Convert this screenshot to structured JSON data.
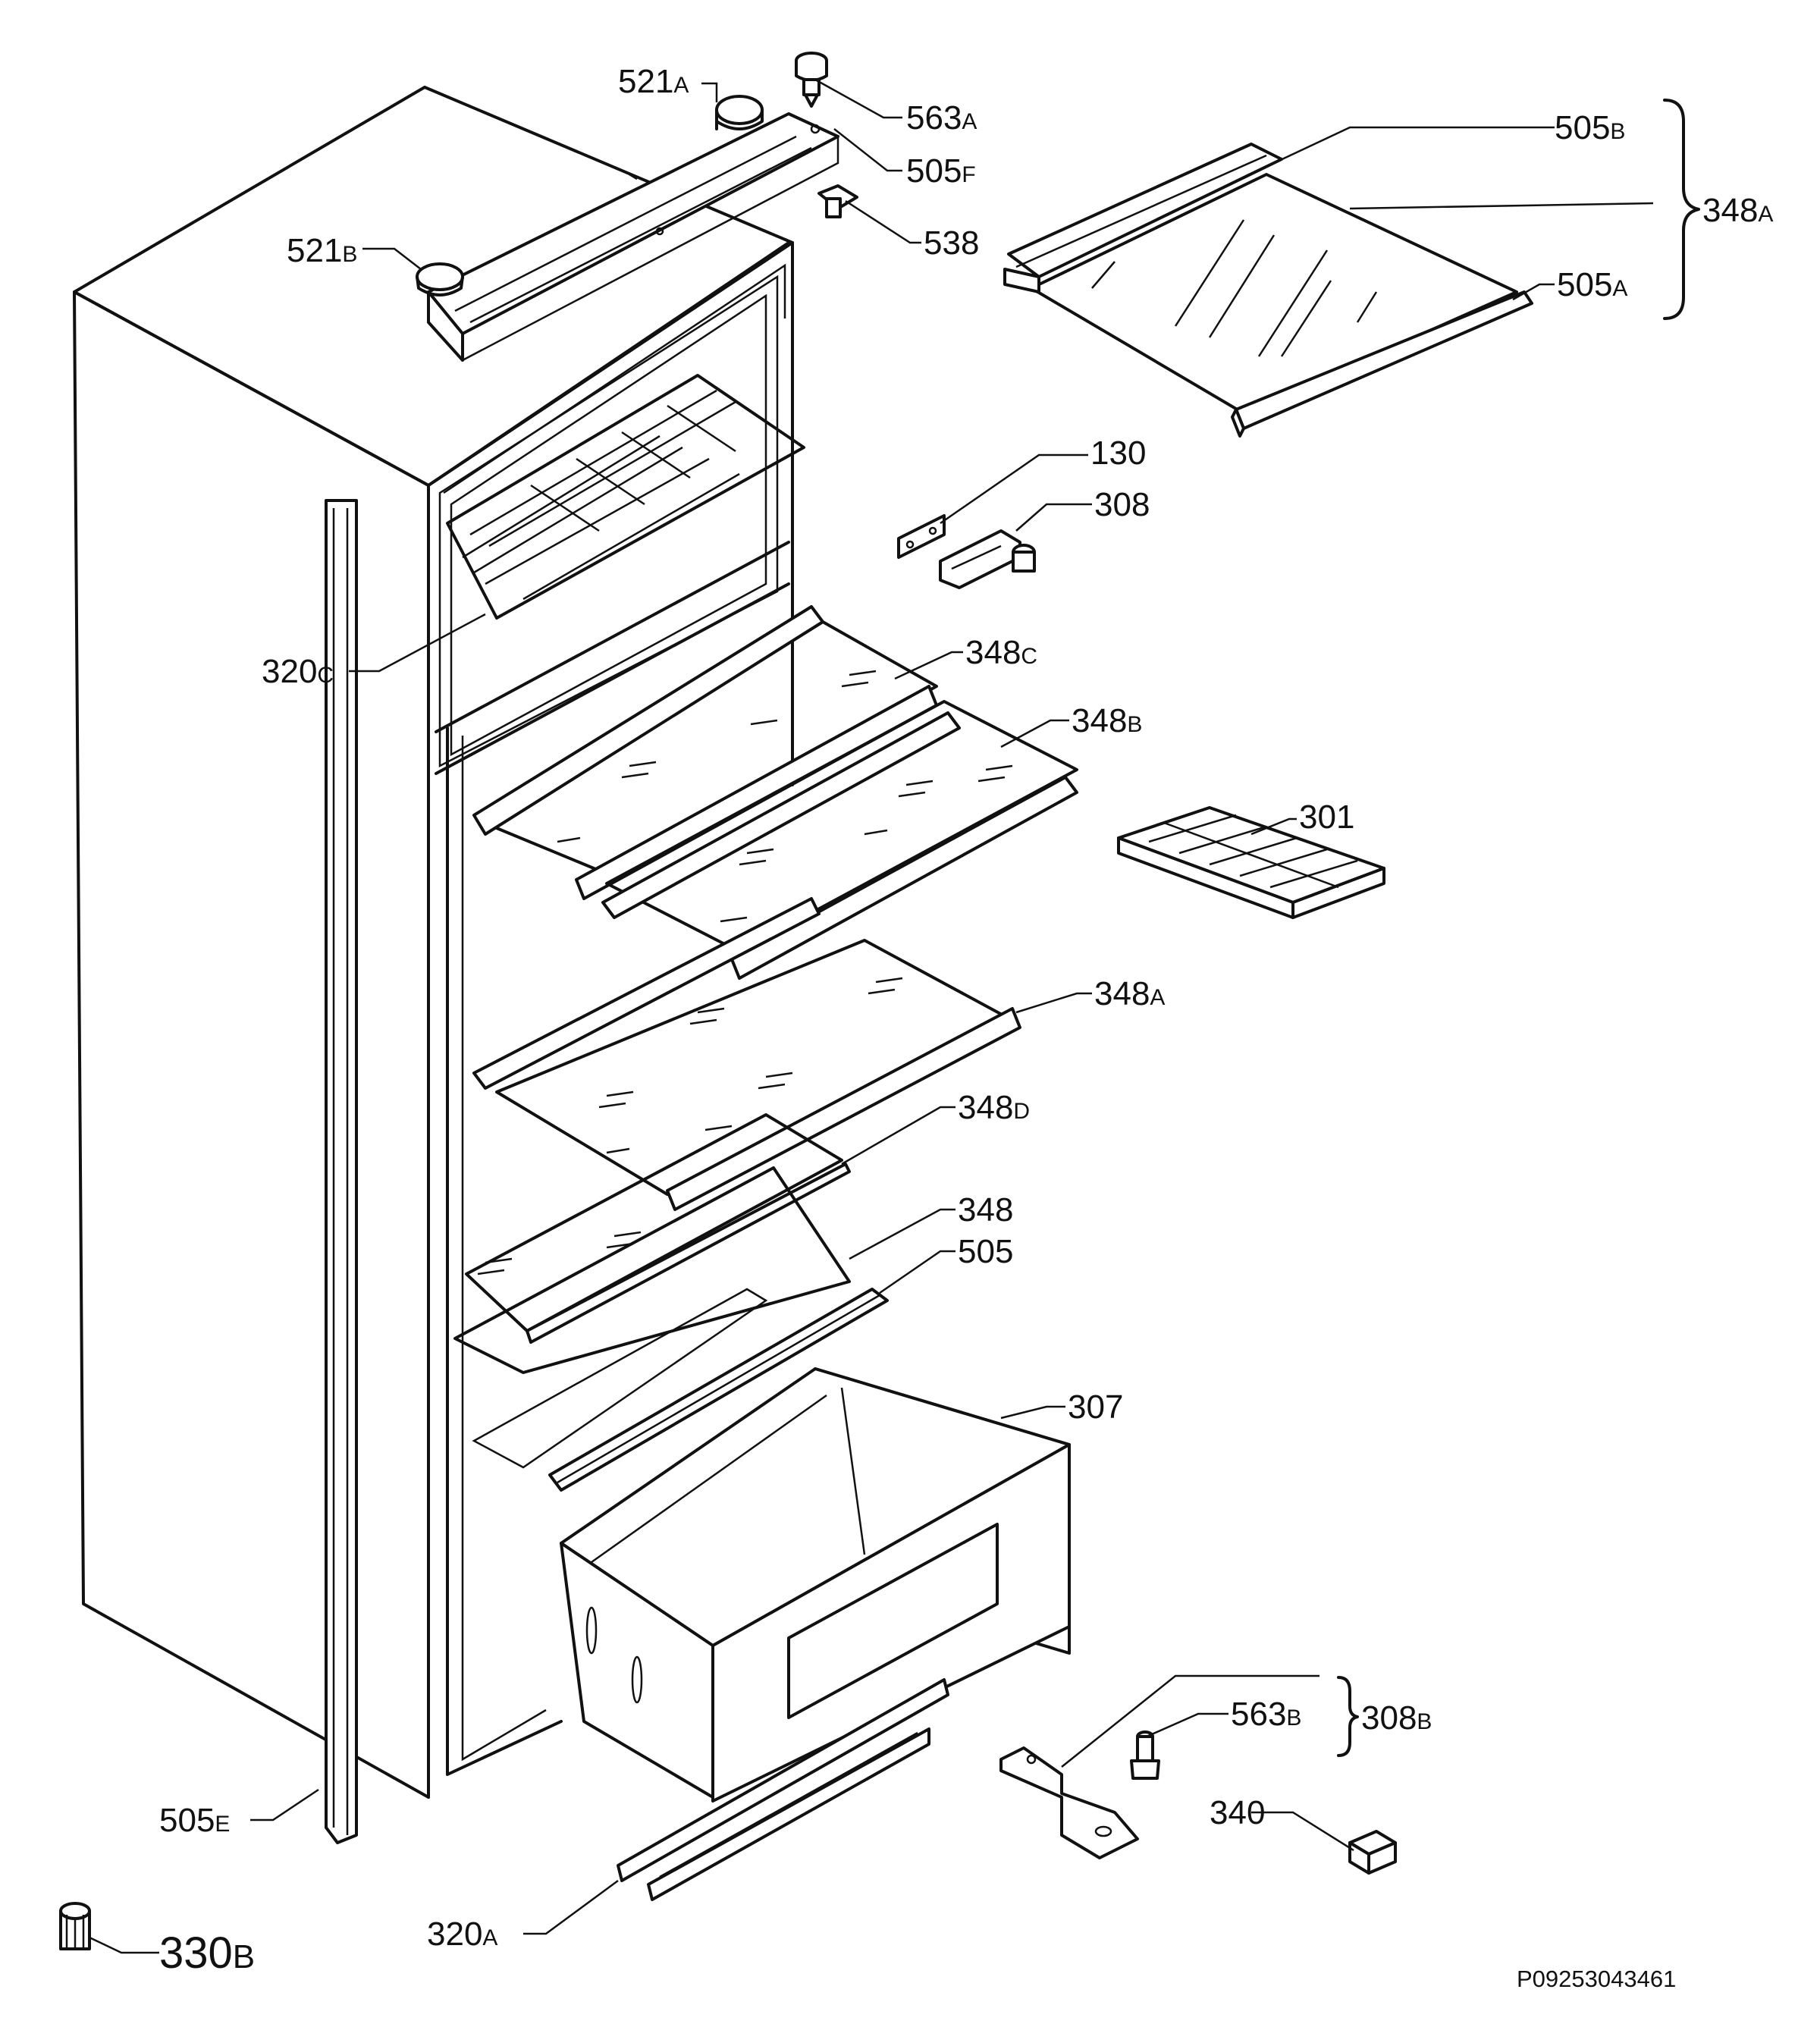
{
  "labels": {
    "p521A": {
      "num": "521",
      "suf": "A"
    },
    "p563A": {
      "num": "563",
      "suf": "A"
    },
    "p505F": {
      "num": "505",
      "suf": "F"
    },
    "p538": {
      "num": "538"
    },
    "p521B": {
      "num": "521",
      "suf": "B"
    },
    "p505B": {
      "num": "505",
      "suf": "B"
    },
    "p348A_group": {
      "num": "348",
      "suf": "A"
    },
    "p505A": {
      "num": "505",
      "suf": "A"
    },
    "p130": {
      "num": "130"
    },
    "p308": {
      "num": "308"
    },
    "p320C": {
      "num": "320",
      "suf": "C"
    },
    "p348C": {
      "num": "348",
      "suf": "C"
    },
    "p348B": {
      "num": "348",
      "suf": "B"
    },
    "p301": {
      "num": "301"
    },
    "p348A": {
      "num": "348",
      "suf": "A"
    },
    "p348D": {
      "num": "348",
      "suf": "D"
    },
    "p348": {
      "num": "348"
    },
    "p505": {
      "num": "505"
    },
    "p307": {
      "num": "307"
    },
    "p563B": {
      "num": "563",
      "suf": "B"
    },
    "p308B": {
      "num": "308",
      "suf": "B"
    },
    "p340": {
      "num": "340"
    },
    "p505E": {
      "num": "505",
      "suf": "E"
    },
    "p330B": {
      "num": "330",
      "suf": "B"
    },
    "p320A": {
      "num": "320",
      "suf": "A"
    }
  },
  "reference_code": "P09253043461"
}
